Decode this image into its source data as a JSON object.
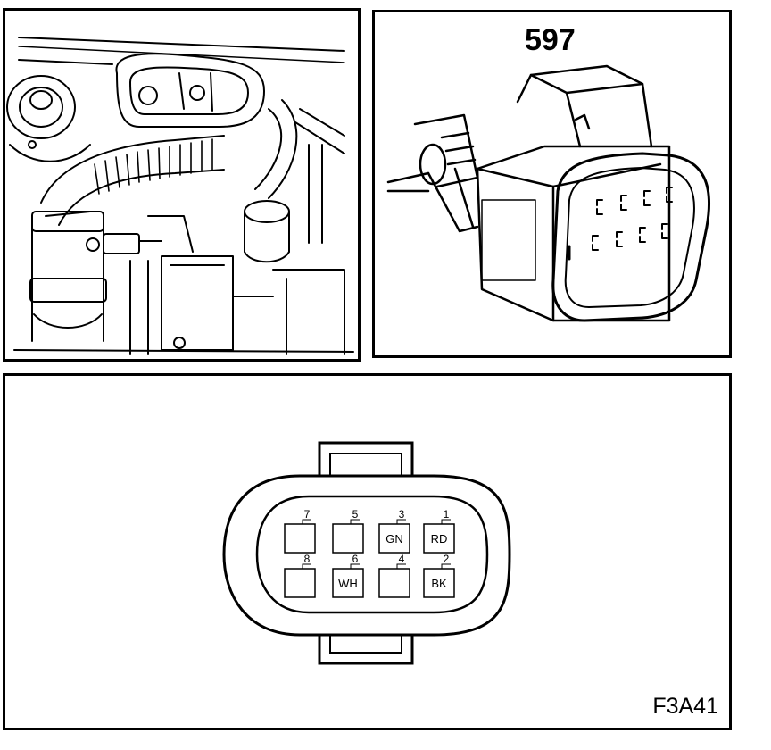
{
  "connector_view": {
    "part_number": "597"
  },
  "pinout": {
    "figure_id": "F3A41",
    "pins": [
      {
        "number": "7",
        "color": ""
      },
      {
        "number": "5",
        "color": ""
      },
      {
        "number": "3",
        "color": "GN"
      },
      {
        "number": "1",
        "color": "RD"
      },
      {
        "number": "8",
        "color": ""
      },
      {
        "number": "6",
        "color": "WH"
      },
      {
        "number": "4",
        "color": ""
      },
      {
        "number": "2",
        "color": "BK"
      }
    ]
  }
}
